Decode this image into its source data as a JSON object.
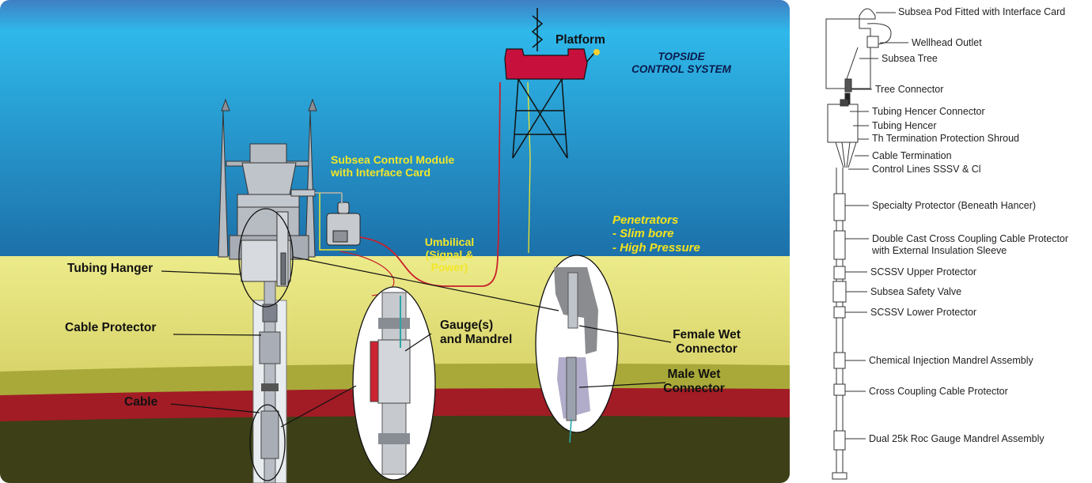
{
  "scene": {
    "platform": "Platform",
    "topside_line1": "TOPSIDE",
    "topside_line2": "CONTROL SYSTEM",
    "scm_line1": "Subsea Control Module",
    "scm_line2": "with Interface Card",
    "penetrators_line1": "Penetrators",
    "penetrators_line2": "- Slim bore",
    "penetrators_line3": "- High Pressure",
    "umbilical_line1": "Umbilical",
    "umbilical_line2": "(Signal &",
    "umbilical_line3": "Power)",
    "tubing_hanger": "Tubing Hanger",
    "cable_protector": "Cable Protector",
    "cable": "Cable",
    "gauge_line1": "Gauge(s)",
    "gauge_line2": "and Mandrel",
    "female_line1": "Female Wet",
    "female_line2": "Connector",
    "male_line1": "Male Wet",
    "male_line2": "Connector"
  },
  "side_labels": [
    "Subsea Pod Fitted with Interface Card",
    "Wellhead Outlet",
    "Subsea Tree",
    "Tree Connector",
    "Tubing Hencer Connector",
    "Tubing Hencer",
    "Th Termination Protection Shroud",
    "Cable Termination",
    "Control Lines SSSV & Cl",
    "Specialty Protector (Beneath Hancer)",
    "Double Cast Cross Coupling Cable Protector",
    "with External Insulation Sleeve",
    "SCSSV Upper Protector",
    "Subsea Safety Valve",
    "SCSSV Lower Protector",
    "Chemical Injection Mandrel Assembly",
    "Cross Coupling Cable Protector",
    "Dual 25k Roc Gauge Mandrel Assembly"
  ],
  "colors": {
    "sky": "#3a86c8",
    "sea": "#2fc0ee",
    "seabed": "#e6e27c",
    "platform": "#c8103c",
    "red_layer": "#a21d25",
    "dark_layer": "#3f4018"
  }
}
